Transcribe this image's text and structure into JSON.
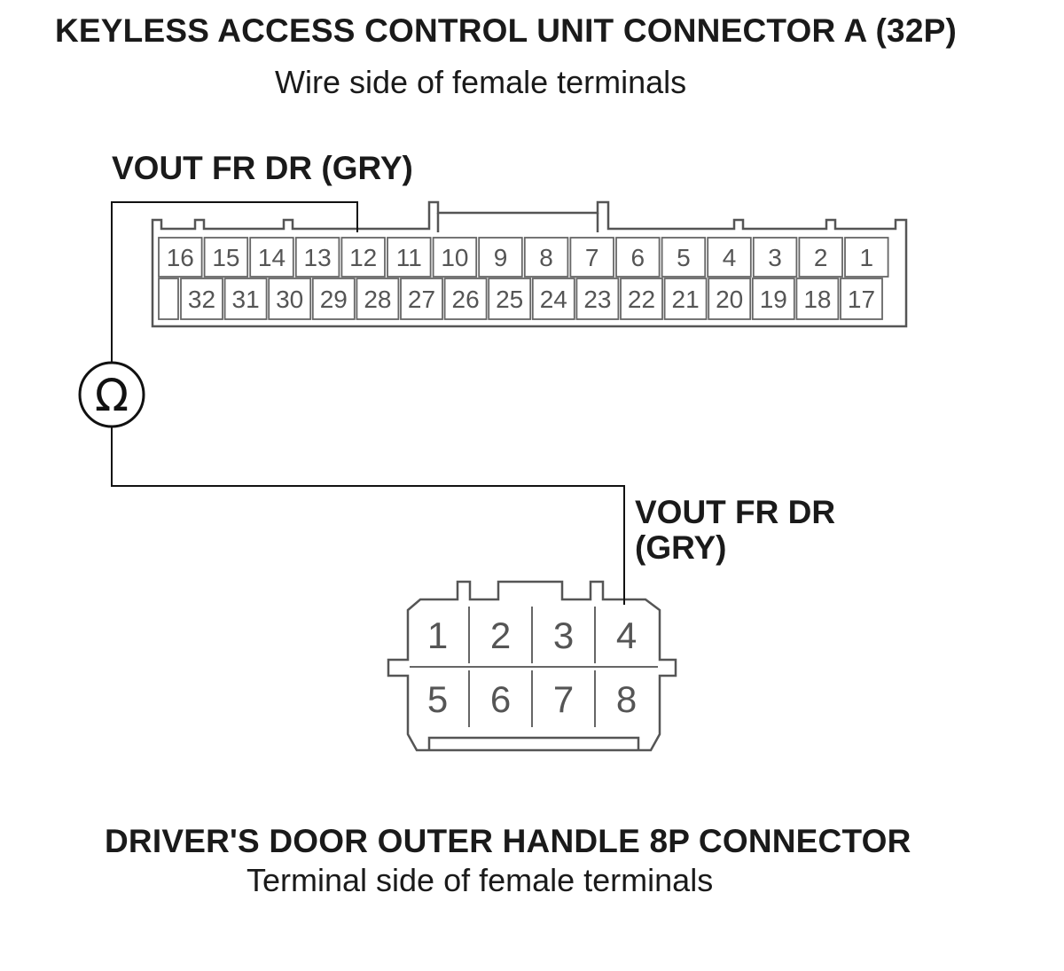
{
  "connector_a": {
    "title": "KEYLESS ACCESS CONTROL UNIT CONNECTOR A (32P)",
    "subtitle": "Wire side of female terminals",
    "top_row": [
      "16",
      "15",
      "14",
      "13",
      "12",
      "11",
      "10",
      "9",
      "8",
      "7",
      "6",
      "5",
      "4",
      "3",
      "2",
      "1"
    ],
    "bottom_row": [
      "",
      "32",
      "31",
      "30",
      "29",
      "28",
      "27",
      "26",
      "25",
      "24",
      "23",
      "22",
      "21",
      "20",
      "19",
      "18",
      "17"
    ]
  },
  "wire_a_label": "VOUT FR DR (GRY)",
  "meter_symbol": "Ω",
  "wire_b_label": [
    "VOUT FR DR",
    "(GRY)"
  ],
  "connector_b": {
    "title": "DRIVER'S DOOR OUTER HANDLE 8P CONNECTOR",
    "subtitle": "Terminal side of female terminals",
    "top_row": [
      "1",
      "2",
      "3",
      "4"
    ],
    "bottom_row": [
      "5",
      "6",
      "7",
      "8"
    ]
  }
}
